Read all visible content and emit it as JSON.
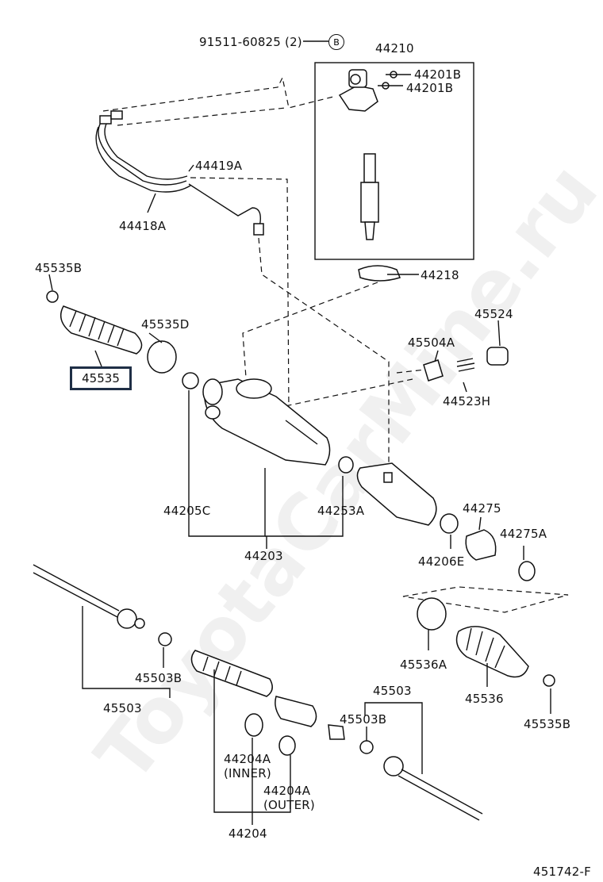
{
  "watermark": "ToyotaCarMine.ru",
  "figure_id": "451742-F",
  "labels": {
    "bolt": "91511-60825 (2)",
    "bolt_ref": "B",
    "p44210": "44210",
    "p44201b_1": "44201B",
    "p44201b_2": "44201B",
    "p44419a": "44419A",
    "p44418a": "44418A",
    "p44218": "44218",
    "p45535b_top": "45535B",
    "p45535d": "45535D",
    "p45535": "45535",
    "p45524": "45524",
    "p45504a": "45504A",
    "p44523h": "44523H",
    "p44205c": "44205C",
    "p44253a": "44253A",
    "p44275": "44275",
    "p44275a": "44275A",
    "p44206e": "44206E",
    "p44203": "44203",
    "p45503b_left": "45503B",
    "p45503_left": "45503",
    "p45536a": "45536A",
    "p45536": "45536",
    "p45535b_bottom": "45535B",
    "p45503_right": "45503",
    "p45503b_right": "45503B",
    "p44204a_inner": "44204A",
    "inner_note": "(INNER)",
    "p44204a_outer": "44204A",
    "outer_note": "(OUTER)",
    "p44204": "44204"
  }
}
